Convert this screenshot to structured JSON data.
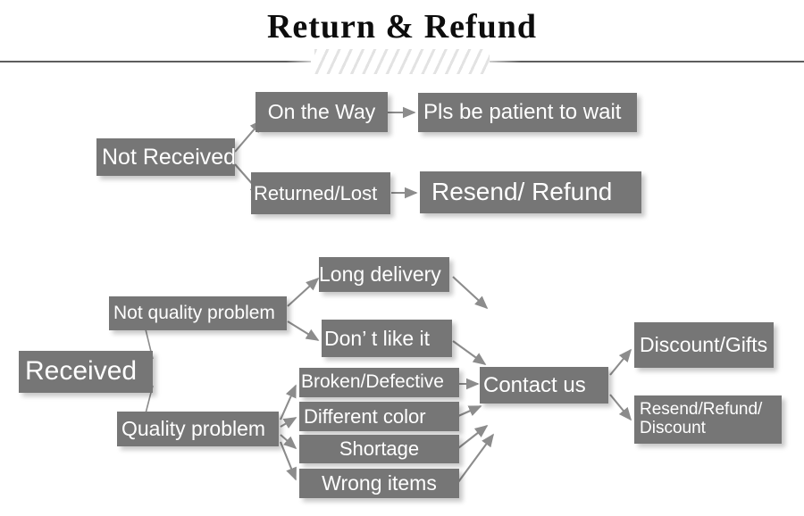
{
  "header": {
    "title": "Return & Refund",
    "divider_icon": "hatched-divider"
  },
  "colors": {
    "node_fill": "#767676",
    "node_text": "#ffffff",
    "arrow": "#8c8c8c",
    "title_text": "#0d0d0d",
    "rule": "#5d5d5d",
    "background": "#ffffff"
  },
  "diagram": {
    "type": "flowchart",
    "branches": [
      {
        "root": "Not Received",
        "steps": [
          {
            "label": "On the Way",
            "result": "Pls be patient to wait"
          },
          {
            "label": "Returned/Lost",
            "result": "Resend/ Refund"
          }
        ]
      },
      {
        "root": "Received",
        "categories": [
          {
            "label": "Not quality problem",
            "reasons": [
              "Long delivery",
              "Don’  t like it"
            ]
          },
          {
            "label": "Quality problem",
            "reasons": [
              "Broken/Defective",
              "Different color",
              "Shortage",
              "Wrong items"
            ]
          }
        ],
        "hub": "Contact us",
        "outcomes": [
          "Discount/Gifts",
          "Resend/Refund/\nDiscount"
        ]
      }
    ],
    "nodes": {
      "not_received": "Not Received",
      "on_the_way": "On the Way",
      "pls_be_patient": "Pls be patient to wait",
      "returned_lost": "Returned/Lost",
      "resend_refund": "Resend/ Refund",
      "received": "Received",
      "not_quality_problem": "Not quality problem",
      "quality_problem": "Quality problem",
      "long_delivery": "Long delivery",
      "dont_like_it": "Don’  t like it",
      "broken_defective": "Broken/Defective",
      "different_color": "Different color",
      "shortage": "Shortage",
      "wrong_items": "Wrong items",
      "contact_us": "Contact us",
      "discount_gifts": "Discount/Gifts",
      "resend_refund_discount_line1": "Resend/Refund/",
      "resend_refund_discount_line2": "Discount"
    }
  }
}
